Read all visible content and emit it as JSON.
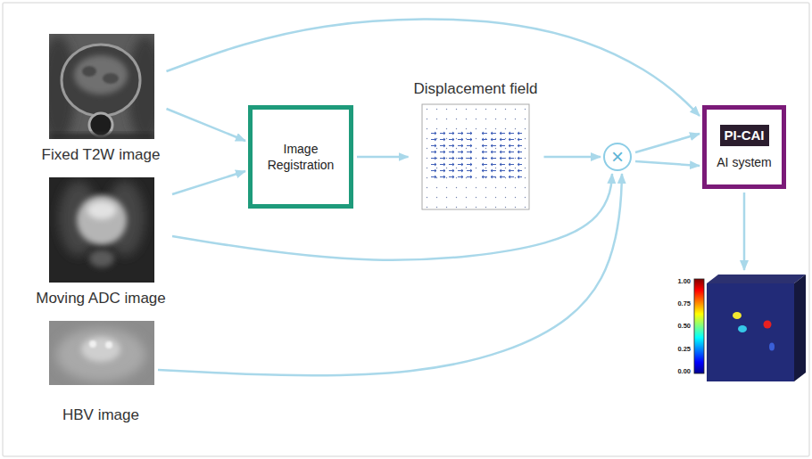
{
  "diagram": {
    "nodes": [
      {
        "text": [
          "Fixed T2W image"
        ]
      },
      {
        "text": [
          "Moving ADC image"
        ]
      },
      {
        "text": [
          "HBV image"
        ]
      },
      {
        "text": [
          "Image Registration"
        ]
      },
      {
        "text": [
          "Displacement field"
        ]
      },
      {
        "text": [
          "×"
        ]
      },
      {
        "text": [
          "PI-CAI",
          "AI system"
        ]
      },
      {
        "text": [
          "1.00",
          "0.75",
          "0.50",
          "0.25",
          "0.00"
        ]
      }
    ],
    "edges": [
      {
        "from": 0,
        "to": 3,
        "arrow": "to"
      },
      {
        "from": 1,
        "to": 3,
        "arrow": "to"
      },
      {
        "from": 3,
        "to": 4,
        "arrow": "to"
      },
      {
        "from": 4,
        "to": 5,
        "arrow": "to"
      },
      {
        "from": 1,
        "to": 5,
        "arrow": "to"
      },
      {
        "from": 2,
        "to": 5,
        "arrow": "to"
      },
      {
        "from": 0,
        "to": 6,
        "arrow": "to"
      },
      {
        "from": 5,
        "to": 6,
        "arrow": "to"
      },
      {
        "from": 5,
        "to": 6,
        "arrow": "to"
      },
      {
        "from": 6,
        "to": 7,
        "arrow": "to"
      }
    ]
  }
}
